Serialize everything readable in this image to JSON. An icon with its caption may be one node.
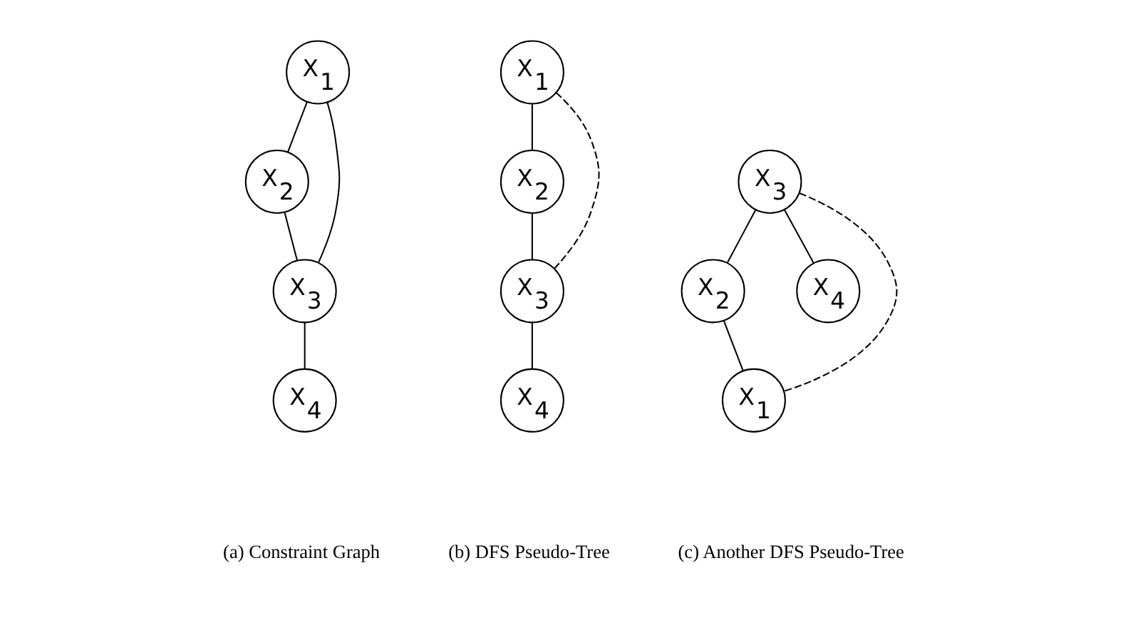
{
  "diagram": {
    "nodes": [
      {
        "text": [
          "X$_{1}$"
        ]
      },
      {
        "text": [
          "X$_{2}$"
        ]
      },
      {
        "text": [
          "X$_{3}$"
        ]
      },
      {
        "text": [
          "X$_{4}$"
        ]
      },
      {
        "text": [
          "X$_{1}$"
        ]
      },
      {
        "text": [
          "X$_{2}$"
        ]
      },
      {
        "text": [
          "X$_{3}$"
        ]
      },
      {
        "text": [
          "X$_{4}$"
        ]
      },
      {
        "text": [
          "X$_{3}$"
        ]
      },
      {
        "text": [
          "X$_{2}$"
        ]
      },
      {
        "text": [
          "X$_{4}$"
        ]
      },
      {
        "text": [
          "X$_{1}$"
        ]
      }
    ],
    "edges": [
      {
        "from": 0,
        "to": 1,
        "arrow": "none"
      },
      {
        "from": 0,
        "to": 2,
        "arrow": "none"
      },
      {
        "from": 1,
        "to": 2,
        "arrow": "none"
      },
      {
        "from": 2,
        "to": 3,
        "arrow": "none"
      },
      {
        "from": 4,
        "to": 5,
        "arrow": "none"
      },
      {
        "from": 5,
        "to": 6,
        "arrow": "none"
      },
      {
        "from": 6,
        "to": 7,
        "arrow": "none"
      },
      {
        "from": 4,
        "to": 6,
        "arrow": "none",
        "style": "dashed"
      },
      {
        "from": 8,
        "to": 9,
        "arrow": "none"
      },
      {
        "from": 8,
        "to": 10,
        "arrow": "none"
      },
      {
        "from": 9,
        "to": 11,
        "arrow": "none"
      },
      {
        "from": 8,
        "to": 11,
        "arrow": "none",
        "style": "dashed"
      }
    ],
    "labels": [
      "(a) Constraint Graph",
      "(b) DFS Pseudo-Tree",
      "(c) Another DFS Pseudo-Tree"
    ]
  }
}
